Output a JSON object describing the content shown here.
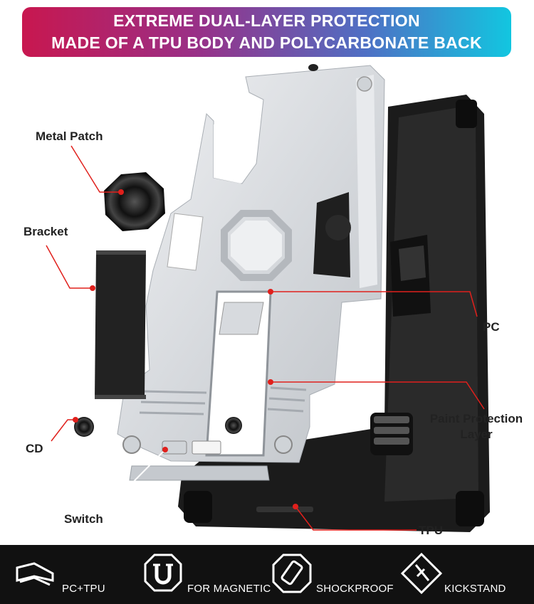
{
  "banner": {
    "line1": "EXTREME DUAL-LAYER PROTECTION",
    "line2": "MADE OF A TPU BODY AND POLYCARBONATE BACK"
  },
  "callouts": {
    "metal_patch": "Metal Patch",
    "bracket": "Bracket",
    "cd": "CD",
    "switch": "Switch",
    "pc": "PC",
    "paint_line1": "Paint Protection",
    "paint_line2": "Layer",
    "tpu": "TPU"
  },
  "features": [
    {
      "label": "PC+TPU",
      "icon": "layers-icon"
    },
    {
      "label": "FOR MAGNETIC",
      "icon": "magnet-icon"
    },
    {
      "label": "SHOCKPROOF",
      "icon": "shockproof-icon"
    },
    {
      "label": "KICKSTAND",
      "icon": "kickstand-icon"
    }
  ],
  "colors": {
    "leader_line": "#e0201c",
    "case_silver": "#d9dcdf",
    "tpu_black": "#1a1a1a",
    "footer_bg": "#111111"
  }
}
